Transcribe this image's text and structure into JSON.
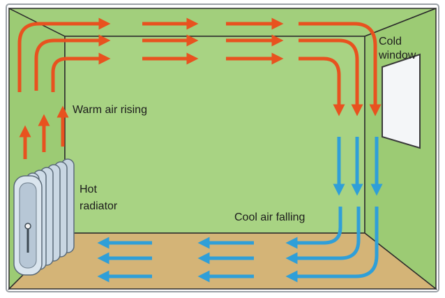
{
  "labels": {
    "cold_window_line1": "Cold",
    "cold_window_line2": "window",
    "warm_air": "Warm air rising",
    "hot_radiator_line1": "Hot",
    "hot_radiator_line2": "radiator",
    "cool_air": "Cool air falling"
  },
  "colors": {
    "wall": "#9fcc78",
    "back_wall": "#a8d383",
    "floor": "#d4b477",
    "warm_arrow": "#e8521f",
    "cool_arrow": "#2f9fd8",
    "radiator": "#c9d7e3",
    "window": "#f4f6f8"
  }
}
